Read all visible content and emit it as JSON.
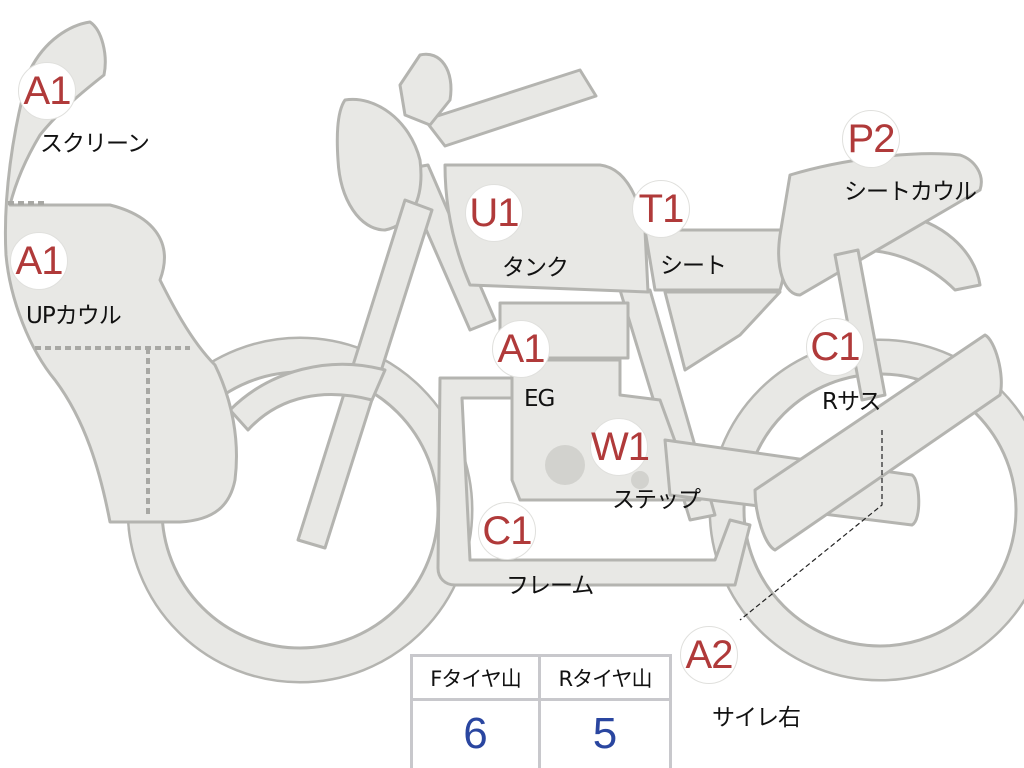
{
  "parts": [
    {
      "code": "A1",
      "name": "スクリーン"
    },
    {
      "code": "A1",
      "name": "UPカウル"
    },
    {
      "code": "U1",
      "name": "タンク"
    },
    {
      "code": "T1",
      "name": "シート"
    },
    {
      "code": "P2",
      "name": "シートカウル"
    },
    {
      "code": "A1",
      "name": "EG"
    },
    {
      "code": "C1",
      "name": "Rサス"
    },
    {
      "code": "W1",
      "name": "ステップ"
    },
    {
      "code": "C1",
      "name": "フレーム"
    },
    {
      "code": "A2",
      "name": "サイレ右"
    }
  ],
  "tyre_table": {
    "headers": [
      "Fタイヤ山",
      "Rタイヤ山"
    ],
    "values": [
      "6",
      "5"
    ]
  },
  "colors": {
    "code": "#b03a3a",
    "tyre_value": "#2a46a0",
    "body_fill": "#e8e8e5",
    "outline": "#b4b4b0"
  }
}
